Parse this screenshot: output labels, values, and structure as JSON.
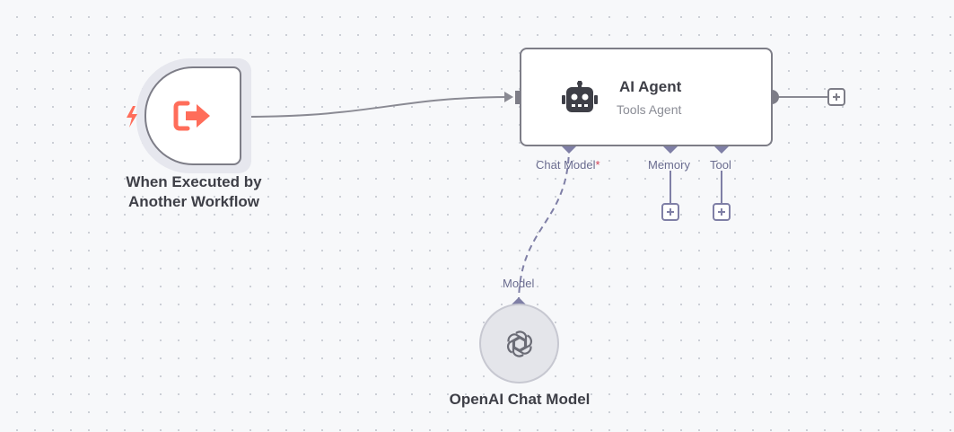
{
  "colors": {
    "canvas_bg": "#f7f8fa",
    "node_border": "#7d7d87",
    "trigger_accent": "#ff6d5a",
    "sub_port": "#7f7fa6",
    "required_mark": "#d33e52"
  },
  "nodes": {
    "trigger": {
      "label_line1": "When Executed by",
      "label_line2": "Another Workflow",
      "icon": "sign-out-arrow-icon",
      "badge_icon": "lightning-bolt-icon"
    },
    "agent": {
      "title": "AI Agent",
      "subtitle": "Tools Agent",
      "icon": "robot-icon",
      "ports": {
        "chat_model": "Chat Model",
        "chat_model_required": "*",
        "memory": "Memory",
        "tool": "Tool"
      }
    },
    "openai": {
      "label": "OpenAI Chat Model",
      "icon": "openai-logo-icon",
      "port": "Model"
    }
  }
}
